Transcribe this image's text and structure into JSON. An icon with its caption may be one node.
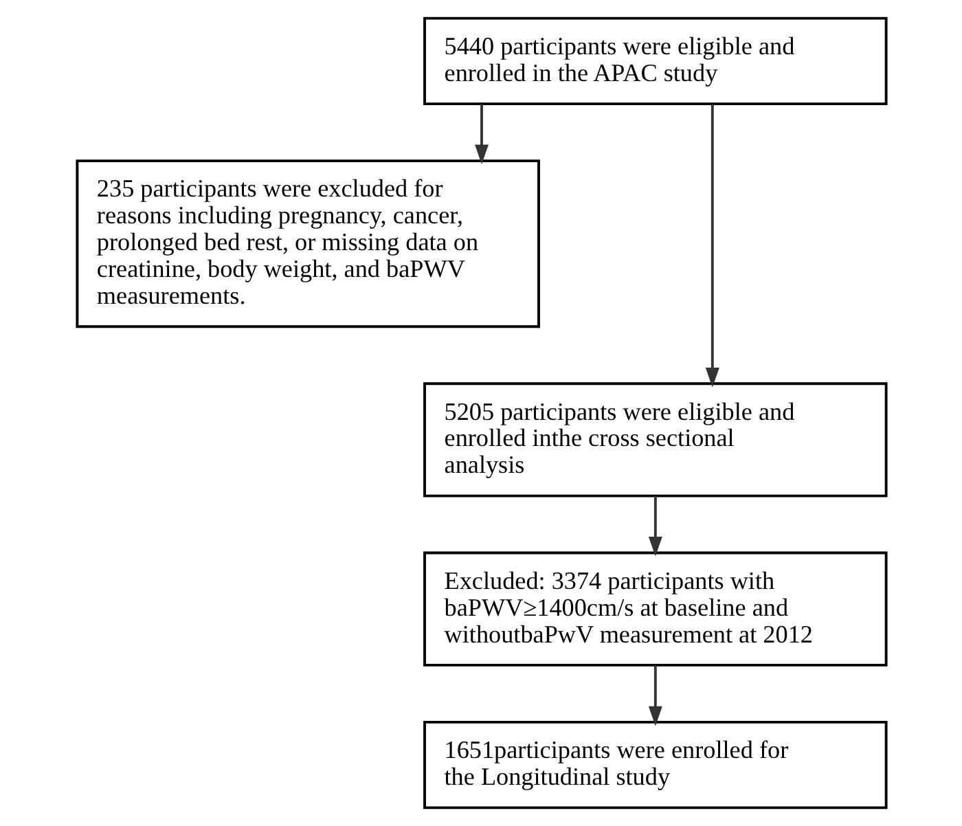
{
  "diagram": {
    "nodes": [
      {
        "text": [
          "5440 participants were eligible and enrolled in the APAC study"
        ]
      },
      {
        "text": [
          "235 participants were excluded for reasons including pregnancy, cancer, prolonged bed rest, or missing data on creatinine, body weight, and baPWV measurements."
        ]
      },
      {
        "text": [
          "5205 participants were eligible and enrolled inthe cross sectional analysis"
        ]
      },
      {
        "text": [
          "Excluded: 3374 participants with baPWV≥1400cm/s at baseline and withoutbaPwV measurement at 2012"
        ]
      },
      {
        "text": [
          "1651participants were enrolled for the Longitudinal study"
        ]
      }
    ],
    "edges": [
      {
        "from": 0,
        "to": 2,
        "arrow": "to"
      },
      {
        "from": 0,
        "to": 1,
        "arrow": "to"
      },
      {
        "from": 2,
        "to": 3,
        "arrow": "to"
      },
      {
        "from": 3,
        "to": 4,
        "arrow": "to"
      }
    ]
  }
}
